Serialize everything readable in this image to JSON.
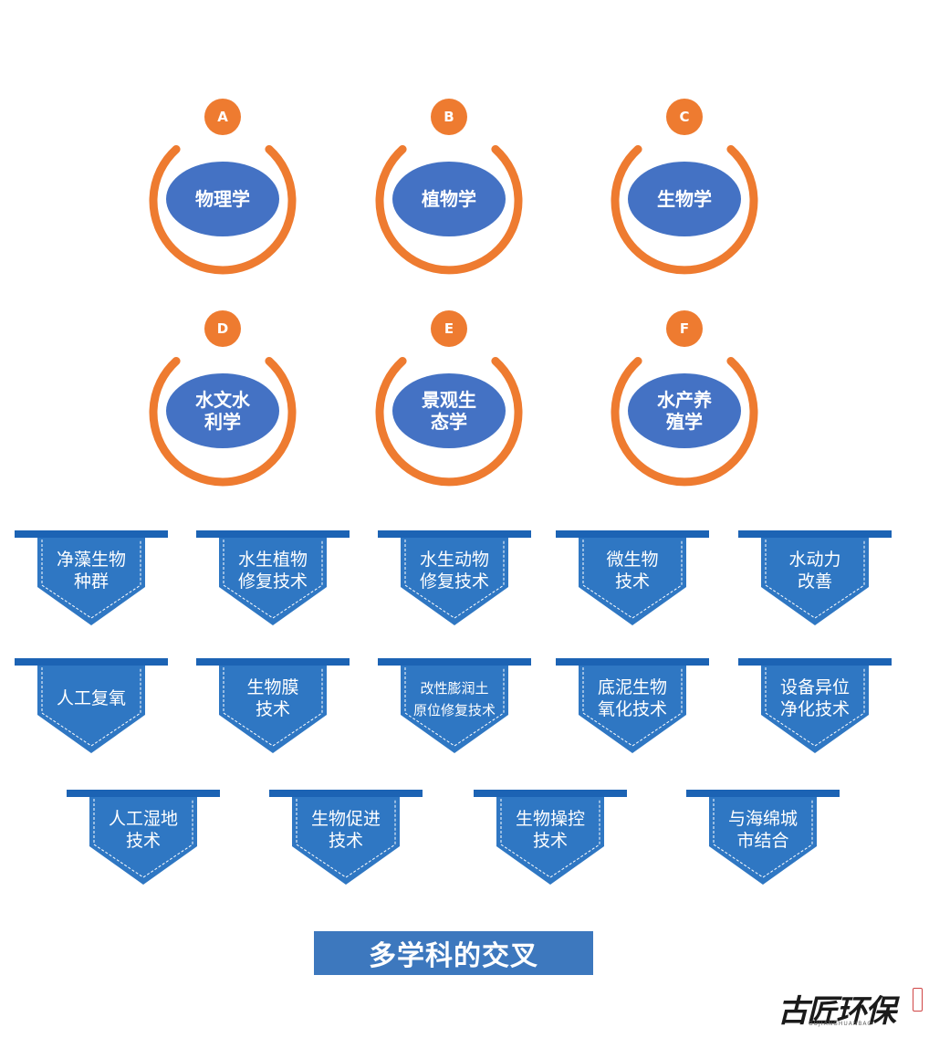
{
  "colors": {
    "ring": "#ee7b30",
    "disc": "#4472c4",
    "tag_body": "#2f77c3",
    "tag_top": "#1c63b4",
    "tag_dash": "#ffffff",
    "footer": "#3d78be",
    "white": "#ffffff"
  },
  "disciplines": [
    {
      "badge": "A",
      "lines": [
        "物理学"
      ]
    },
    {
      "badge": "B",
      "lines": [
        "植物学"
      ]
    },
    {
      "badge": "C",
      "lines": [
        "生物学"
      ]
    },
    {
      "badge": "D",
      "lines": [
        "水文水",
        "利学"
      ]
    },
    {
      "badge": "E",
      "lines": [
        "景观生",
        "态学"
      ]
    },
    {
      "badge": "F",
      "lines": [
        "水产养",
        "殖学"
      ]
    }
  ],
  "technologies": [
    [
      "净藻生物",
      "种群"
    ],
    [
      "水生植物",
      "修复技术"
    ],
    [
      "水生动物",
      "修复技术"
    ],
    [
      "微生物",
      "技术"
    ],
    [
      "水动力",
      "改善"
    ],
    [
      "人工复氧"
    ],
    [
      "生物膜",
      "技术"
    ],
    [
      "改性膨润土",
      "原位修复技术"
    ],
    [
      "底泥生物",
      "氧化技术"
    ],
    [
      "设备异位",
      "净化技术"
    ],
    [
      "人工湿地",
      "技术"
    ],
    [
      "生物促进",
      "技术"
    ],
    [
      "生物操控",
      "技术"
    ],
    [
      "与海绵城",
      "市结合"
    ]
  ],
  "footer": {
    "title": "多学科的交叉"
  },
  "logo": {
    "name": "古匠环保",
    "pinyin": "GUJIANGHUANBAO"
  }
}
